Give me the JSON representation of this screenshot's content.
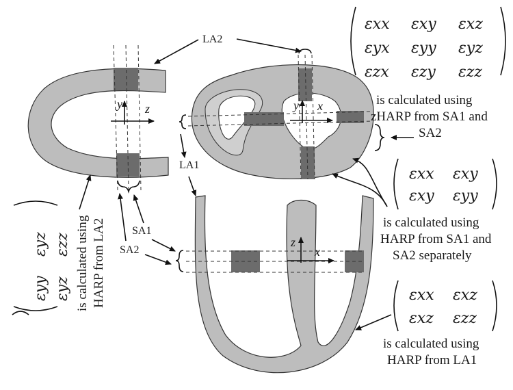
{
  "labels": {
    "la2": "LA2",
    "la1": "LA1",
    "sa1": "SA1",
    "sa2": "SA2"
  },
  "axes": {
    "left_y": "y",
    "left_z": "z",
    "sax_y": "y",
    "sax_x": "x",
    "bottom_z": "z",
    "bottom_x": "x"
  },
  "matrices": {
    "full3d": {
      "rows": [
        [
          "εxx",
          "εxy",
          "εxz"
        ],
        [
          "εyx",
          "εyy",
          "εyz"
        ],
        [
          "εzx",
          "εzy",
          "εzz"
        ]
      ],
      "caption": [
        "is calculated using",
        "zHARP from SA1 and",
        "SA2"
      ]
    },
    "inplane": {
      "rows": [
        [
          "εxx",
          "εxy"
        ],
        [
          "εxy",
          "εyy"
        ]
      ],
      "caption": [
        "is calculated using",
        "HARP from SA1 and",
        "SA2 separately"
      ]
    },
    "xz": {
      "rows": [
        [
          "εxx",
          "εxz"
        ],
        [
          "εxz",
          "εzz"
        ]
      ],
      "caption": [
        "is calculated using",
        "HARP from LA1"
      ]
    },
    "yz": {
      "rows": [
        [
          "εyy",
          "εyz"
        ],
        [
          "εyz",
          "εzz"
        ]
      ],
      "caption": [
        "is calculated using",
        "HARP from LA2"
      ]
    }
  }
}
